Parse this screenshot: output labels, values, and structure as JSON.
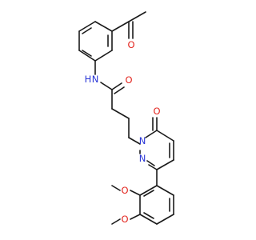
{
  "molecule": {
    "atom_labels": {
      "ketone_oxygen": "O",
      "amide_nitrogen": "N",
      "amide_hydrogen": "H",
      "amide_oxygen": "O",
      "ring_nitrogen_1": "N",
      "ring_nitrogen_2": "N",
      "ring_oxygen": "O",
      "methoxy_oxygen_1": "O",
      "methoxy_oxygen_2": "O"
    },
    "colors": {
      "bond": "#1a1a1a",
      "oxygen": "#e3241d",
      "nitrogen": "#2a36d6",
      "background": "#ffffff"
    }
  }
}
